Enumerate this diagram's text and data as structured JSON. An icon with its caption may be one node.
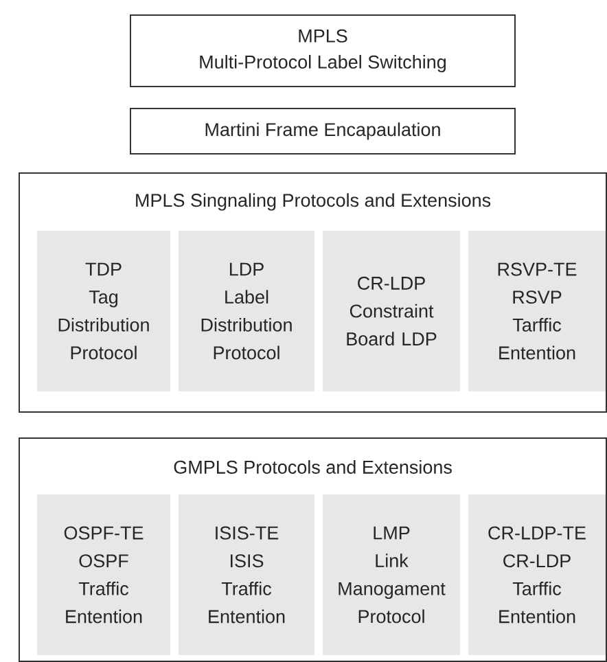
{
  "diagram": {
    "nodes": [
      {
        "text": [
          "MPLS",
          "Multi-Protocol Label Switching"
        ]
      },
      {
        "text": [
          "Martini Frame Encapaulation"
        ]
      },
      {
        "text": [
          "MPLS Singnaling Protocols and Extensions"
        ]
      },
      {
        "text": [
          "TDP",
          "Tag Distribution Protocol"
        ],
        "in": 2
      },
      {
        "text": [
          "LDP",
          "Label Distribution Protocol"
        ],
        "in": 2
      },
      {
        "text": [
          "CR-LDP",
          "Constraint Board LDP"
        ],
        "in": 2
      },
      {
        "text": [
          "RSVP-TE",
          "RSVP",
          "Tarffic Entention"
        ],
        "in": 2
      },
      {
        "text": [
          "GMPLS Protocols and Extensions"
        ]
      },
      {
        "text": [
          "OSPF-TE",
          "OSPF",
          "Traffic Entention"
        ],
        "in": 7
      },
      {
        "text": [
          "ISIS-TE",
          "ISIS",
          "Traffic Entention"
        ],
        "in": 7
      },
      {
        "text": [
          "LMP",
          "Link Manogament Protocol"
        ],
        "in": 7
      },
      {
        "text": [
          "CR-LDP-TE",
          "CR-LDP",
          "Tarffic Entention"
        ],
        "in": 7
      }
    ]
  }
}
